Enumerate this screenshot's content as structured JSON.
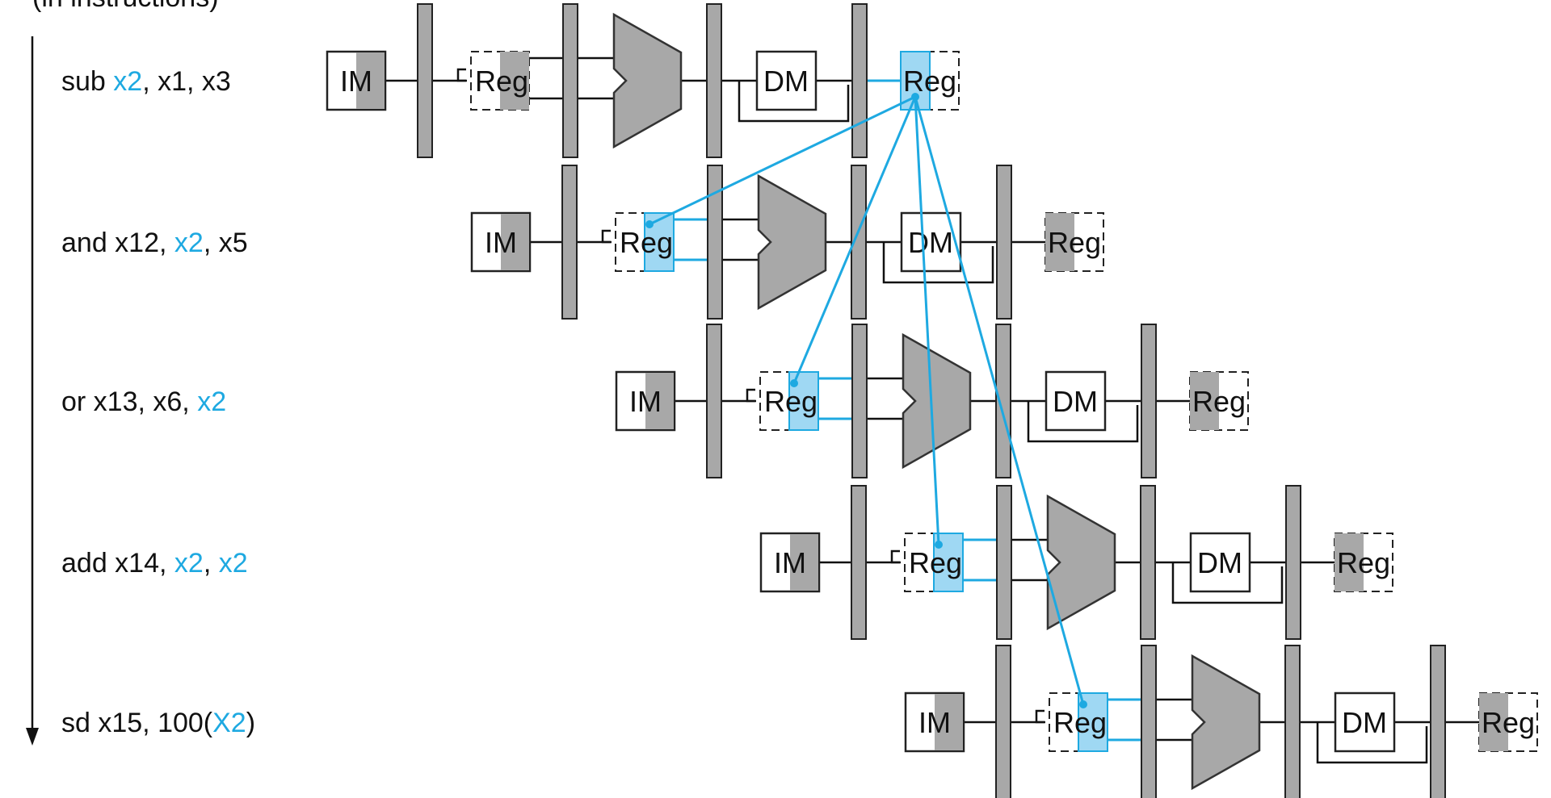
{
  "axis_label": "(in instructions)",
  "colors": {
    "hazard": "#1ea9e1",
    "shade": "#a8a8a8",
    "ink": "#111111"
  },
  "block_labels": {
    "im": "IM",
    "reg": "Reg",
    "dm": "DM"
  },
  "instructions": [
    {
      "parts": [
        {
          "t": "sub ",
          "hl": false
        },
        {
          "t": "x2",
          "hl": true
        },
        {
          "t": ", x1, x3",
          "hl": false
        }
      ]
    },
    {
      "parts": [
        {
          "t": "and x12, ",
          "hl": false
        },
        {
          "t": "x2",
          "hl": true
        },
        {
          "t": ", x5",
          "hl": false
        }
      ]
    },
    {
      "parts": [
        {
          "t": "or x13, x6, ",
          "hl": false
        },
        {
          "t": "x2",
          "hl": true
        }
      ]
    },
    {
      "parts": [
        {
          "t": "add x14, ",
          "hl": false
        },
        {
          "t": "x2",
          "hl": true
        },
        {
          "t": ", ",
          "hl": false
        },
        {
          "t": "x2",
          "hl": true
        }
      ]
    },
    {
      "parts": [
        {
          "t": "sd x15, 100(",
          "hl": false
        },
        {
          "t": "X2",
          "hl": true
        },
        {
          "t": ")",
          "hl": false
        }
      ]
    }
  ]
}
